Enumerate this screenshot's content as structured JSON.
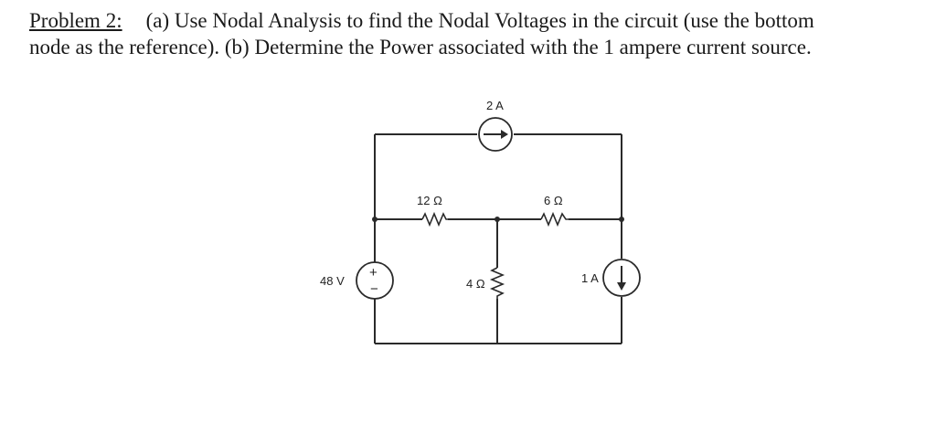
{
  "problem": {
    "label": "Problem 2:",
    "line1": "(a) Use Nodal Analysis to find the Nodal Voltages in the circuit (use the bottom",
    "line2": "node as the reference). (b) Determine the Power associated with the 1 ampere current source."
  },
  "circuit": {
    "current_source_top": "2 A",
    "resistor_left": "12 Ω",
    "resistor_right": "6 Ω",
    "resistor_middle": "4 Ω",
    "voltage_source": "48 V",
    "voltage_plus": "+",
    "voltage_minus": "−",
    "current_source_right": "1 A"
  }
}
